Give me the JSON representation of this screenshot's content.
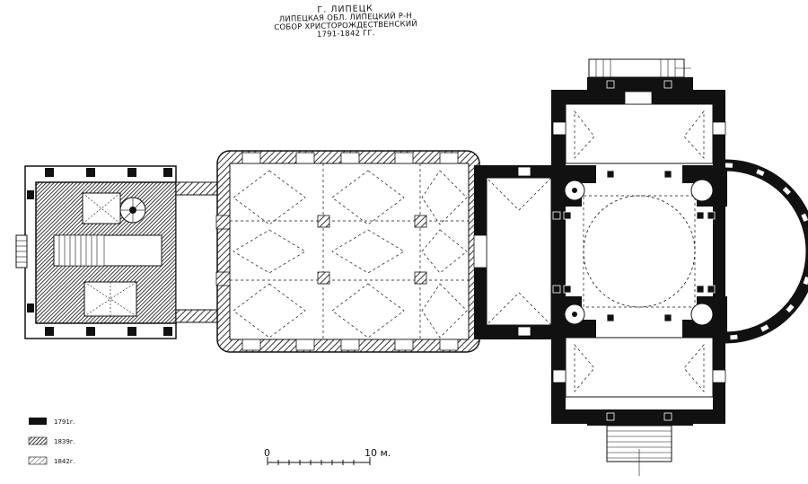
{
  "title": {
    "city": "Г. ЛИПЕЦК",
    "region": "ЛИПЕЦКАЯ ОБЛ. ЛИПЕЦКИЙ Р-Н",
    "building": "СОБОР ХРИСТОРОЖДЕСТВЕНСКИЙ",
    "dates": "1791-1842 ГГ."
  },
  "legend": [
    {
      "label": "1791г.",
      "pattern": "solid"
    },
    {
      "label": "1839г.",
      "pattern": "dense-hatch"
    },
    {
      "label": "1842г.",
      "pattern": "hatch"
    }
  ],
  "scale": {
    "start": "0",
    "end": "10 м."
  },
  "colors": {
    "ink": "#111111",
    "paper": "#ffffff",
    "hatch": "#555555"
  }
}
